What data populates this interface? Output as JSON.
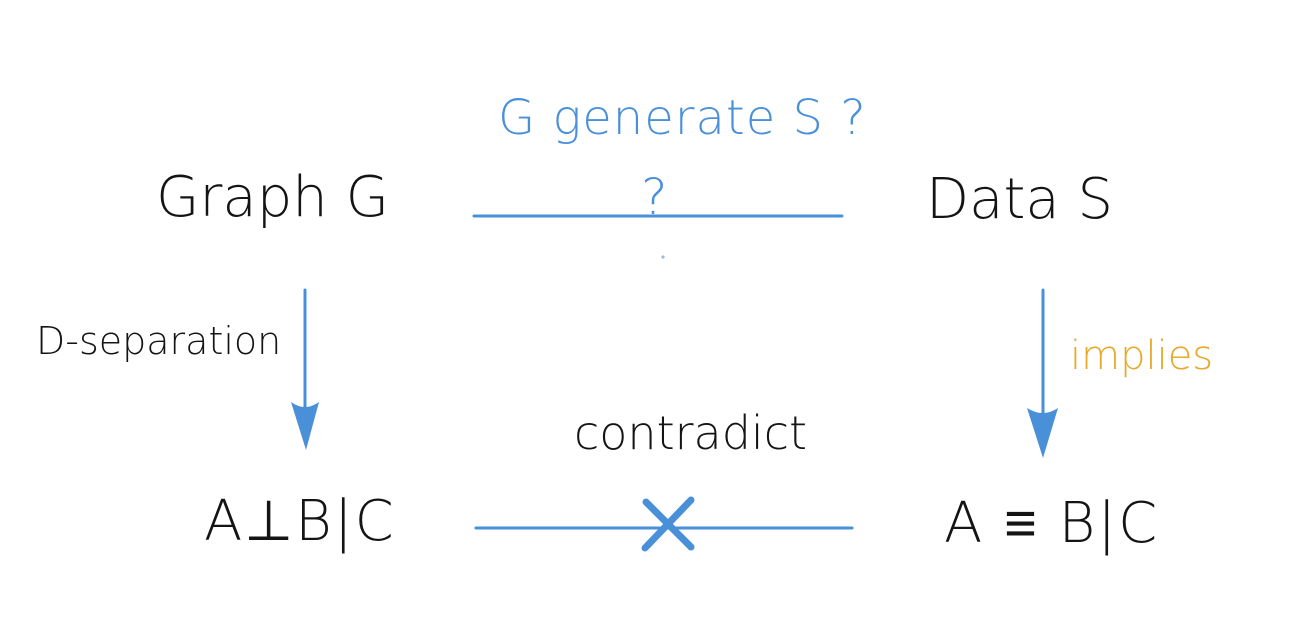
{
  "diagram": {
    "question_label": "G generate S ?",
    "graph_label": "Graph G",
    "data_label": "Data S",
    "question_mark": "?",
    "d_separation_label": "D-separation",
    "implies_label": "implies",
    "contradict_label": "contradict",
    "independence_left": "A⊥B|C",
    "independence_right": "A ≡ B|C"
  },
  "colors": {
    "ink": "#141414",
    "accent_blue": "#4a90d9",
    "accent_orange": "#e6a92a",
    "background": "#ffffff"
  }
}
